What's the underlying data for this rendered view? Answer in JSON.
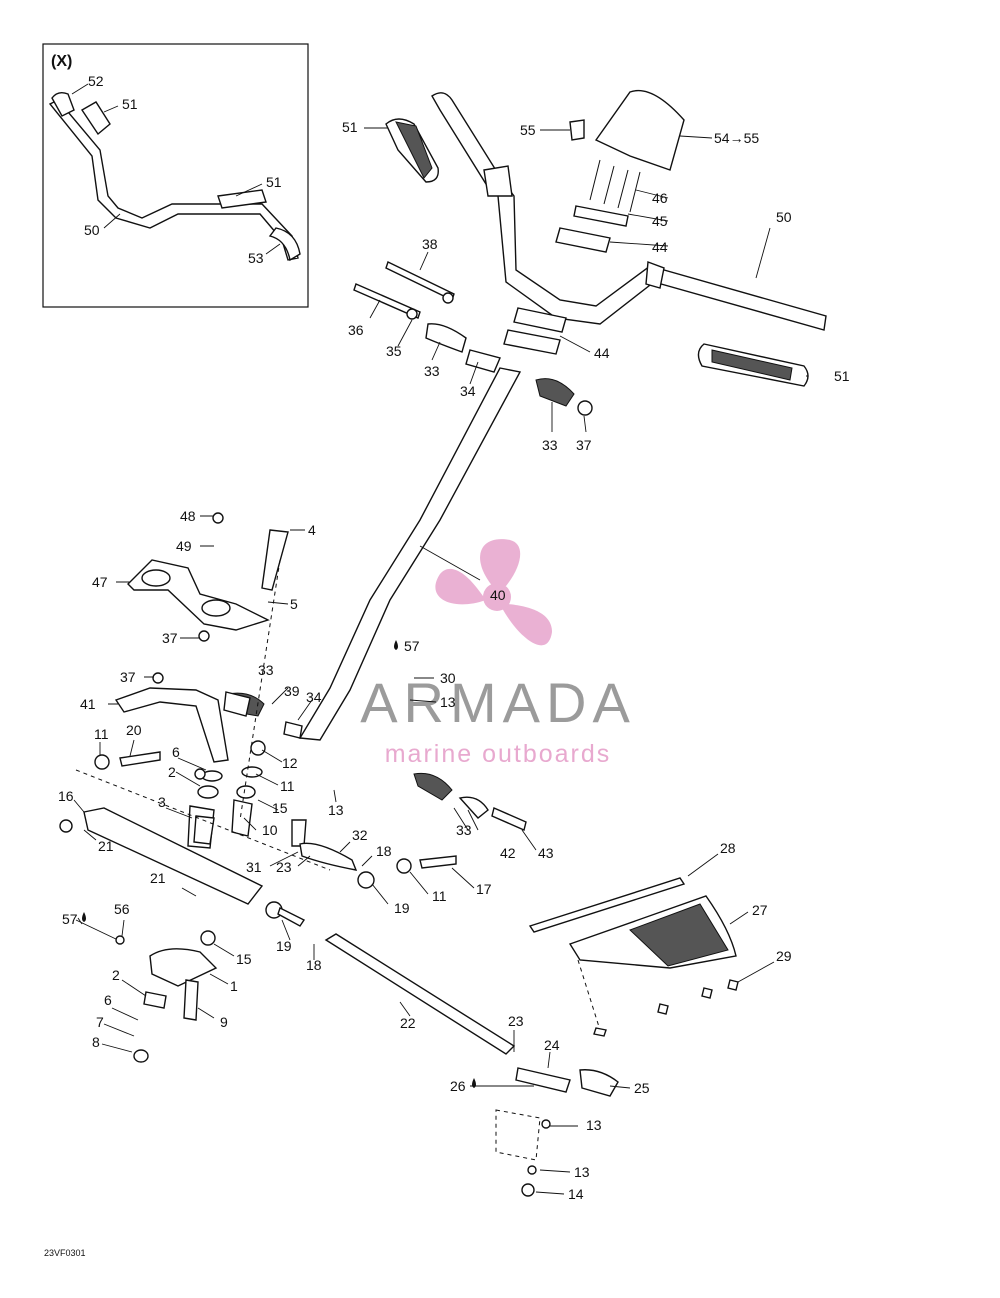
{
  "inset": {
    "label": "(X)"
  },
  "footer": {
    "code": "23VF0301"
  },
  "watermark": {
    "title": "ARMADA",
    "subtitle": "marine outboards"
  },
  "colors": {
    "watermark_pink": "#e8a9cf",
    "watermark_gray": "#8a8a8a",
    "ink": "#111111"
  },
  "callouts": [
    "52",
    "51",
    "51",
    "50",
    "53",
    "51",
    "55",
    "54→55",
    "46",
    "45",
    "50",
    "44",
    "38",
    "36",
    "35",
    "33",
    "34",
    "44",
    "51",
    "33",
    "37",
    "48",
    "4",
    "49",
    "47",
    "5",
    "37",
    "40",
    "57",
    "30",
    "13",
    "37",
    "33",
    "39",
    "34",
    "41",
    "11",
    "20",
    "6",
    "2",
    "12",
    "11",
    "3",
    "15",
    "10",
    "16",
    "21",
    "13",
    "33",
    "42",
    "43",
    "31",
    "32",
    "23",
    "18",
    "19",
    "11",
    "17",
    "21",
    "28",
    "27",
    "57",
    "56",
    "15",
    "19",
    "18",
    "1",
    "2",
    "9",
    "29",
    "22",
    "6",
    "7",
    "8",
    "23",
    "24",
    "26",
    "25",
    "13",
    "13",
    "14"
  ]
}
